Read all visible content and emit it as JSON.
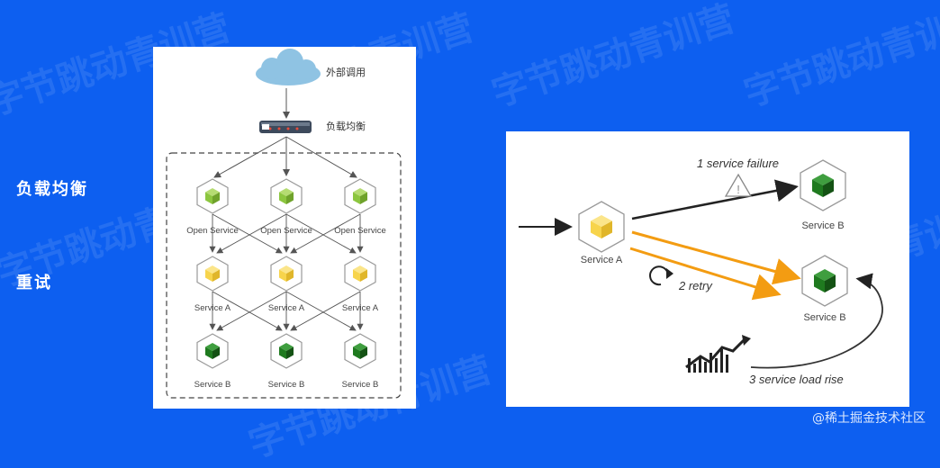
{
  "watermark": "字节跳动青训营",
  "side_labels": {
    "load_balancing": "负载均衡",
    "retry": "重试"
  },
  "left_diagram": {
    "external_call": "外部调用",
    "load_balancer": "负载均衡",
    "row1_label": "Open Service",
    "row2_label": "Service A",
    "row3_label": "Service B",
    "colors": {
      "green": "#8cc63f",
      "yellow": "#f7d44c",
      "dark_green": "#1f7a1f",
      "cloud": "#8fc3e3"
    }
  },
  "right_diagram": {
    "service_a": "Service A",
    "service_b_top": "Service B",
    "service_b_bottom": "Service B",
    "failure_label": "1 service failure",
    "retry_label": "2 retry",
    "load_label": "3 service load rise",
    "warning_symbol": "!",
    "colors": {
      "arrow_orange": "#f39c12",
      "arrow_dark": "#222222"
    }
  },
  "credit": "@稀土掘金技术社区"
}
